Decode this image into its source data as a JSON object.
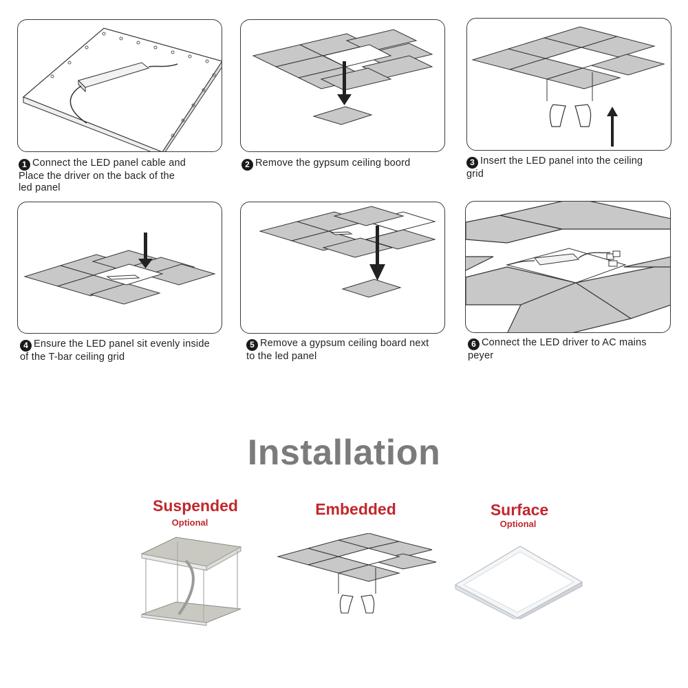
{
  "steps": [
    {
      "num": "1",
      "text": "Connect the LED panel cable and\nPlace the driver on the back of the\nled panel",
      "icon": "led-panel-back-with-driver"
    },
    {
      "num": "2",
      "text": "Remove the gypsum ceiling boord",
      "icon": "ceiling-tile-removed"
    },
    {
      "num": "3",
      "text": "Insert the LED panel into the ceiling\ngrid",
      "icon": "hands-inserting-panel"
    },
    {
      "num": "4",
      "text": "Ensure the LED panel sit evenly inside\nof the T-bar ceiling grid",
      "icon": "panel-in-grid"
    },
    {
      "num": "5",
      "text": "Remove a gypsum ceiling board next\nto the led panel",
      "icon": "adjacent-tile-removed"
    },
    {
      "num": "6",
      "text": "Connect  the LED driver to AC mains\npeyer",
      "icon": "driver-connected-mains"
    }
  ],
  "installation": {
    "title": "Installation",
    "options": [
      {
        "title": "Suspended",
        "subtitle": "Optional"
      },
      {
        "title": "Embedded",
        "subtitle": ""
      },
      {
        "title": "Surface",
        "subtitle": "Optional"
      }
    ]
  },
  "colors": {
    "tile": "#c8c8c8",
    "line": "#3a3a3a",
    "accent": "#c1272d",
    "title": "#7b7b7b"
  }
}
